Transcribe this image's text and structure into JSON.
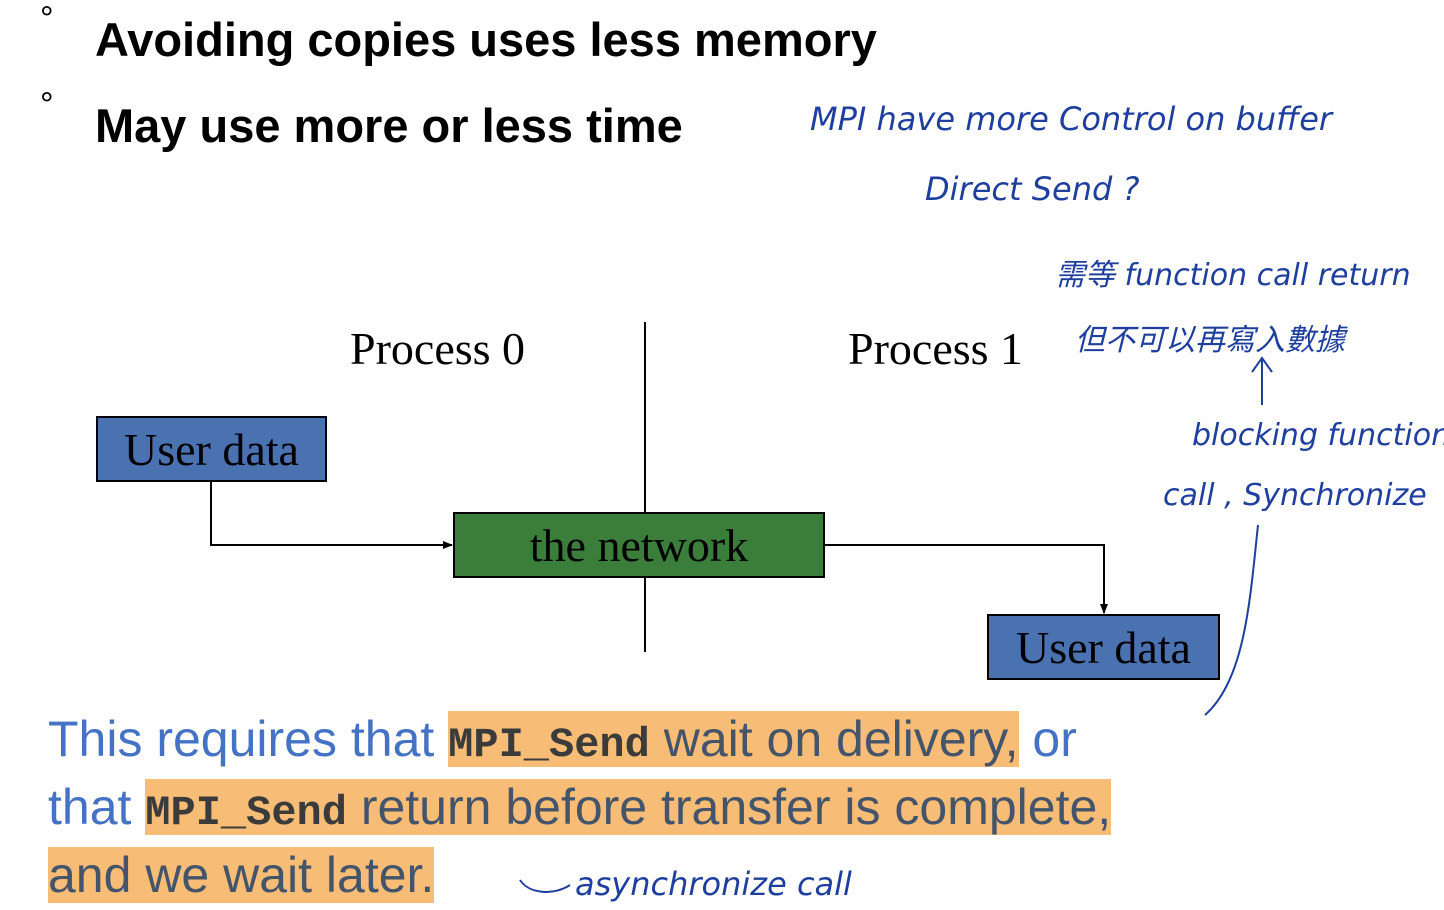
{
  "bullets": [
    {
      "mark": "°",
      "text": "Avoiding copies uses less memory"
    },
    {
      "mark": "°",
      "text": "May use more or less time"
    }
  ],
  "diagram": {
    "process0_label": "Process 0",
    "process1_label": "Process 1",
    "sender_box": "User data",
    "network_box": "the network",
    "receiver_box": "User data"
  },
  "bottom_text": {
    "part1": "This requires that ",
    "code1": "MPI_Send",
    "part2": " wait on delivery,",
    "part3": " or",
    "part4": "that ",
    "code2": "MPI_Send",
    "part5": " return before transfer is complete,",
    "part6": "and we wait later."
  },
  "annotations": {
    "note1_line1": "MPI have more Control on buffer",
    "note1_line2": "Direct Send ?",
    "note2_line1": "需等 function call return",
    "note2_line2": "但不可以再寫入數據",
    "note3_line1": "blocking function",
    "note3_line2": "call , Synchronize",
    "note4": "asynchronize call"
  },
  "colors": {
    "user_box": "#4a72b0",
    "network_box": "#3b7d3a",
    "highlight": "#f7bd76",
    "bottom_text": "#44546a",
    "bottom_text_blue": "#4472c4",
    "handwriting": "#1f3f9e"
  }
}
